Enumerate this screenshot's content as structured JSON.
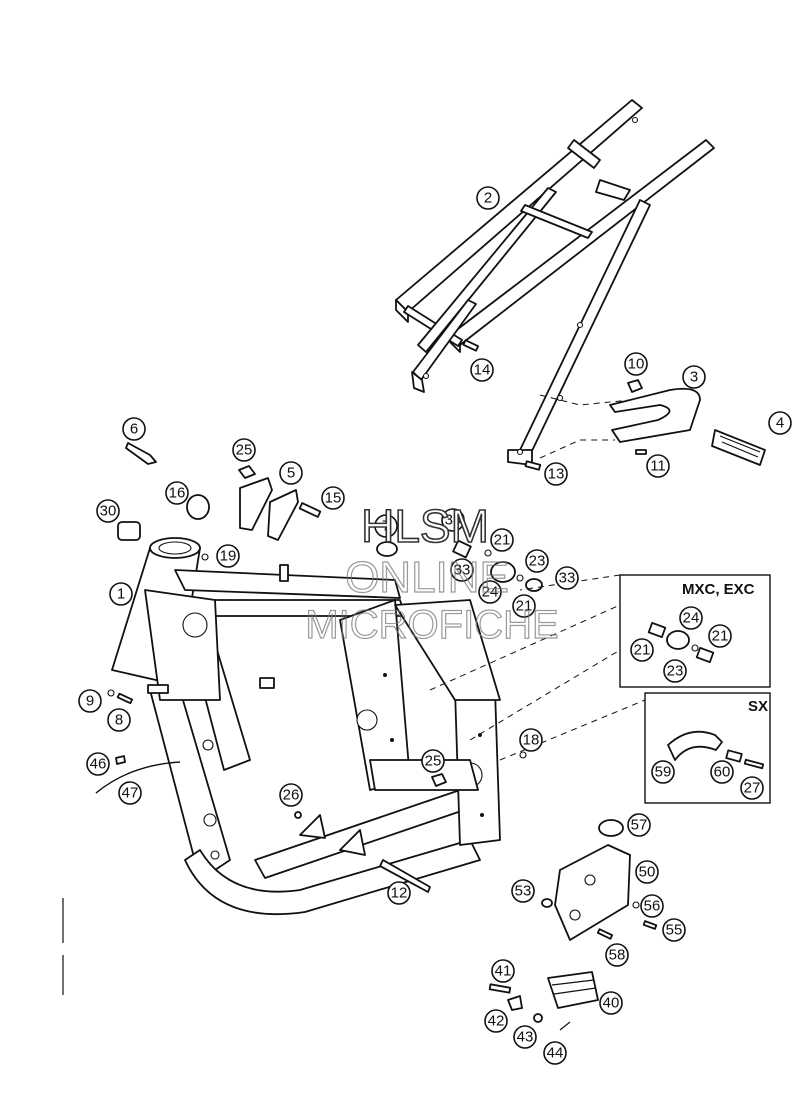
{
  "watermark": {
    "line1": "HLSM",
    "line2": "ONLINE",
    "line3": "MICROFICHE"
  },
  "boxes": {
    "mxc_exc": "MXC, EXC",
    "sx": "SX"
  },
  "callouts": [
    "1",
    "2",
    "3",
    "4",
    "5",
    "6",
    "7",
    "8",
    "9",
    "10",
    "11",
    "12",
    "13",
    "14",
    "15",
    "16",
    "18",
    "19",
    "21",
    "21",
    "21",
    "21",
    "23",
    "23",
    "24",
    "24",
    "25",
    "25",
    "26",
    "27",
    "30",
    "33",
    "33",
    "39",
    "40",
    "41",
    "42",
    "43",
    "44",
    "46",
    "47",
    "50",
    "53",
    "55",
    "56",
    "57",
    "58",
    "59",
    "60"
  ]
}
